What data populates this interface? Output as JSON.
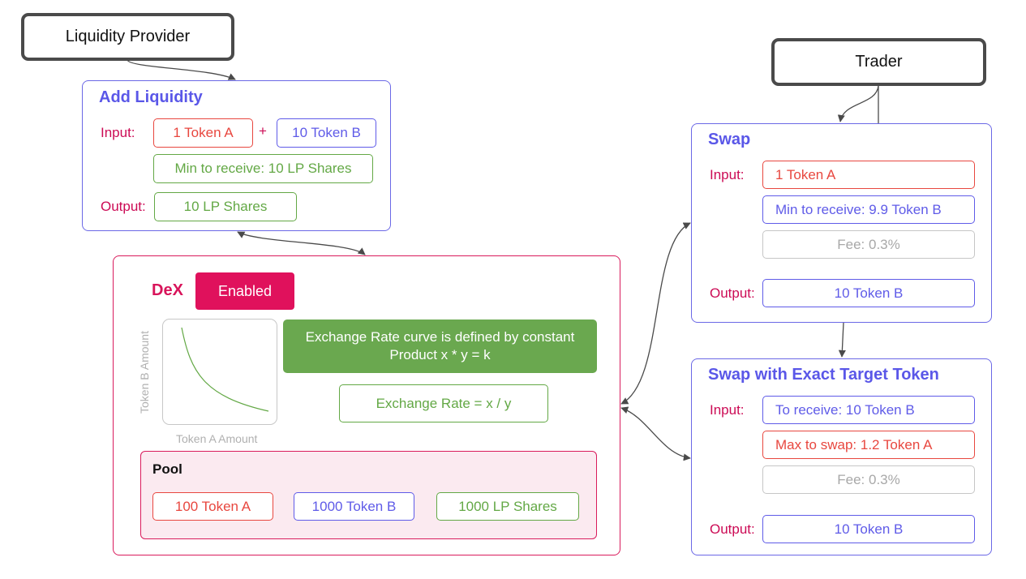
{
  "actors": {
    "liquidity_provider": "Liquidity Provider",
    "trader": "Trader"
  },
  "add_liquidity": {
    "title": "Add Liquidity",
    "input_label": "Input:",
    "token_a": "1 Token A",
    "plus": "+",
    "token_b": "10 Token B",
    "min_receive": "Min to receive: 10 LP Shares",
    "output_label": "Output:",
    "output": "10 LP Shares"
  },
  "dex": {
    "title": "DeX",
    "status": "Enabled",
    "y_axis": "Token B Amount",
    "x_axis": "Token A Amount",
    "curve_note": "Exchange Rate curve is defined by constant Product x * y = k",
    "rate": "Exchange Rate = x / y",
    "pool": {
      "title": "Pool",
      "token_a": "100 Token A",
      "token_b": "1000 Token B",
      "lp": "1000 LP Shares"
    }
  },
  "swap": {
    "title": "Swap",
    "input_label": "Input:",
    "input": "1 Token A",
    "min_receive": "Min to receive: 9.9 Token B",
    "fee": "Fee: 0.3%",
    "output_label": "Output:",
    "output": "10 Token B"
  },
  "swap_exact": {
    "title": "Swap with Exact Target Token",
    "input_label": "Input:",
    "to_receive": "To receive: 10 Token B",
    "max_swap": "Max to swap: 1.2 Token A",
    "fee": "Fee: 0.3%",
    "output_label": "Output:",
    "output": "10 Token B"
  },
  "colors": {
    "blue": "#5f5be8",
    "red": "#e8473f",
    "green": "#63a845",
    "magenta": "#d8145a",
    "gray": "#a8a8a8"
  }
}
